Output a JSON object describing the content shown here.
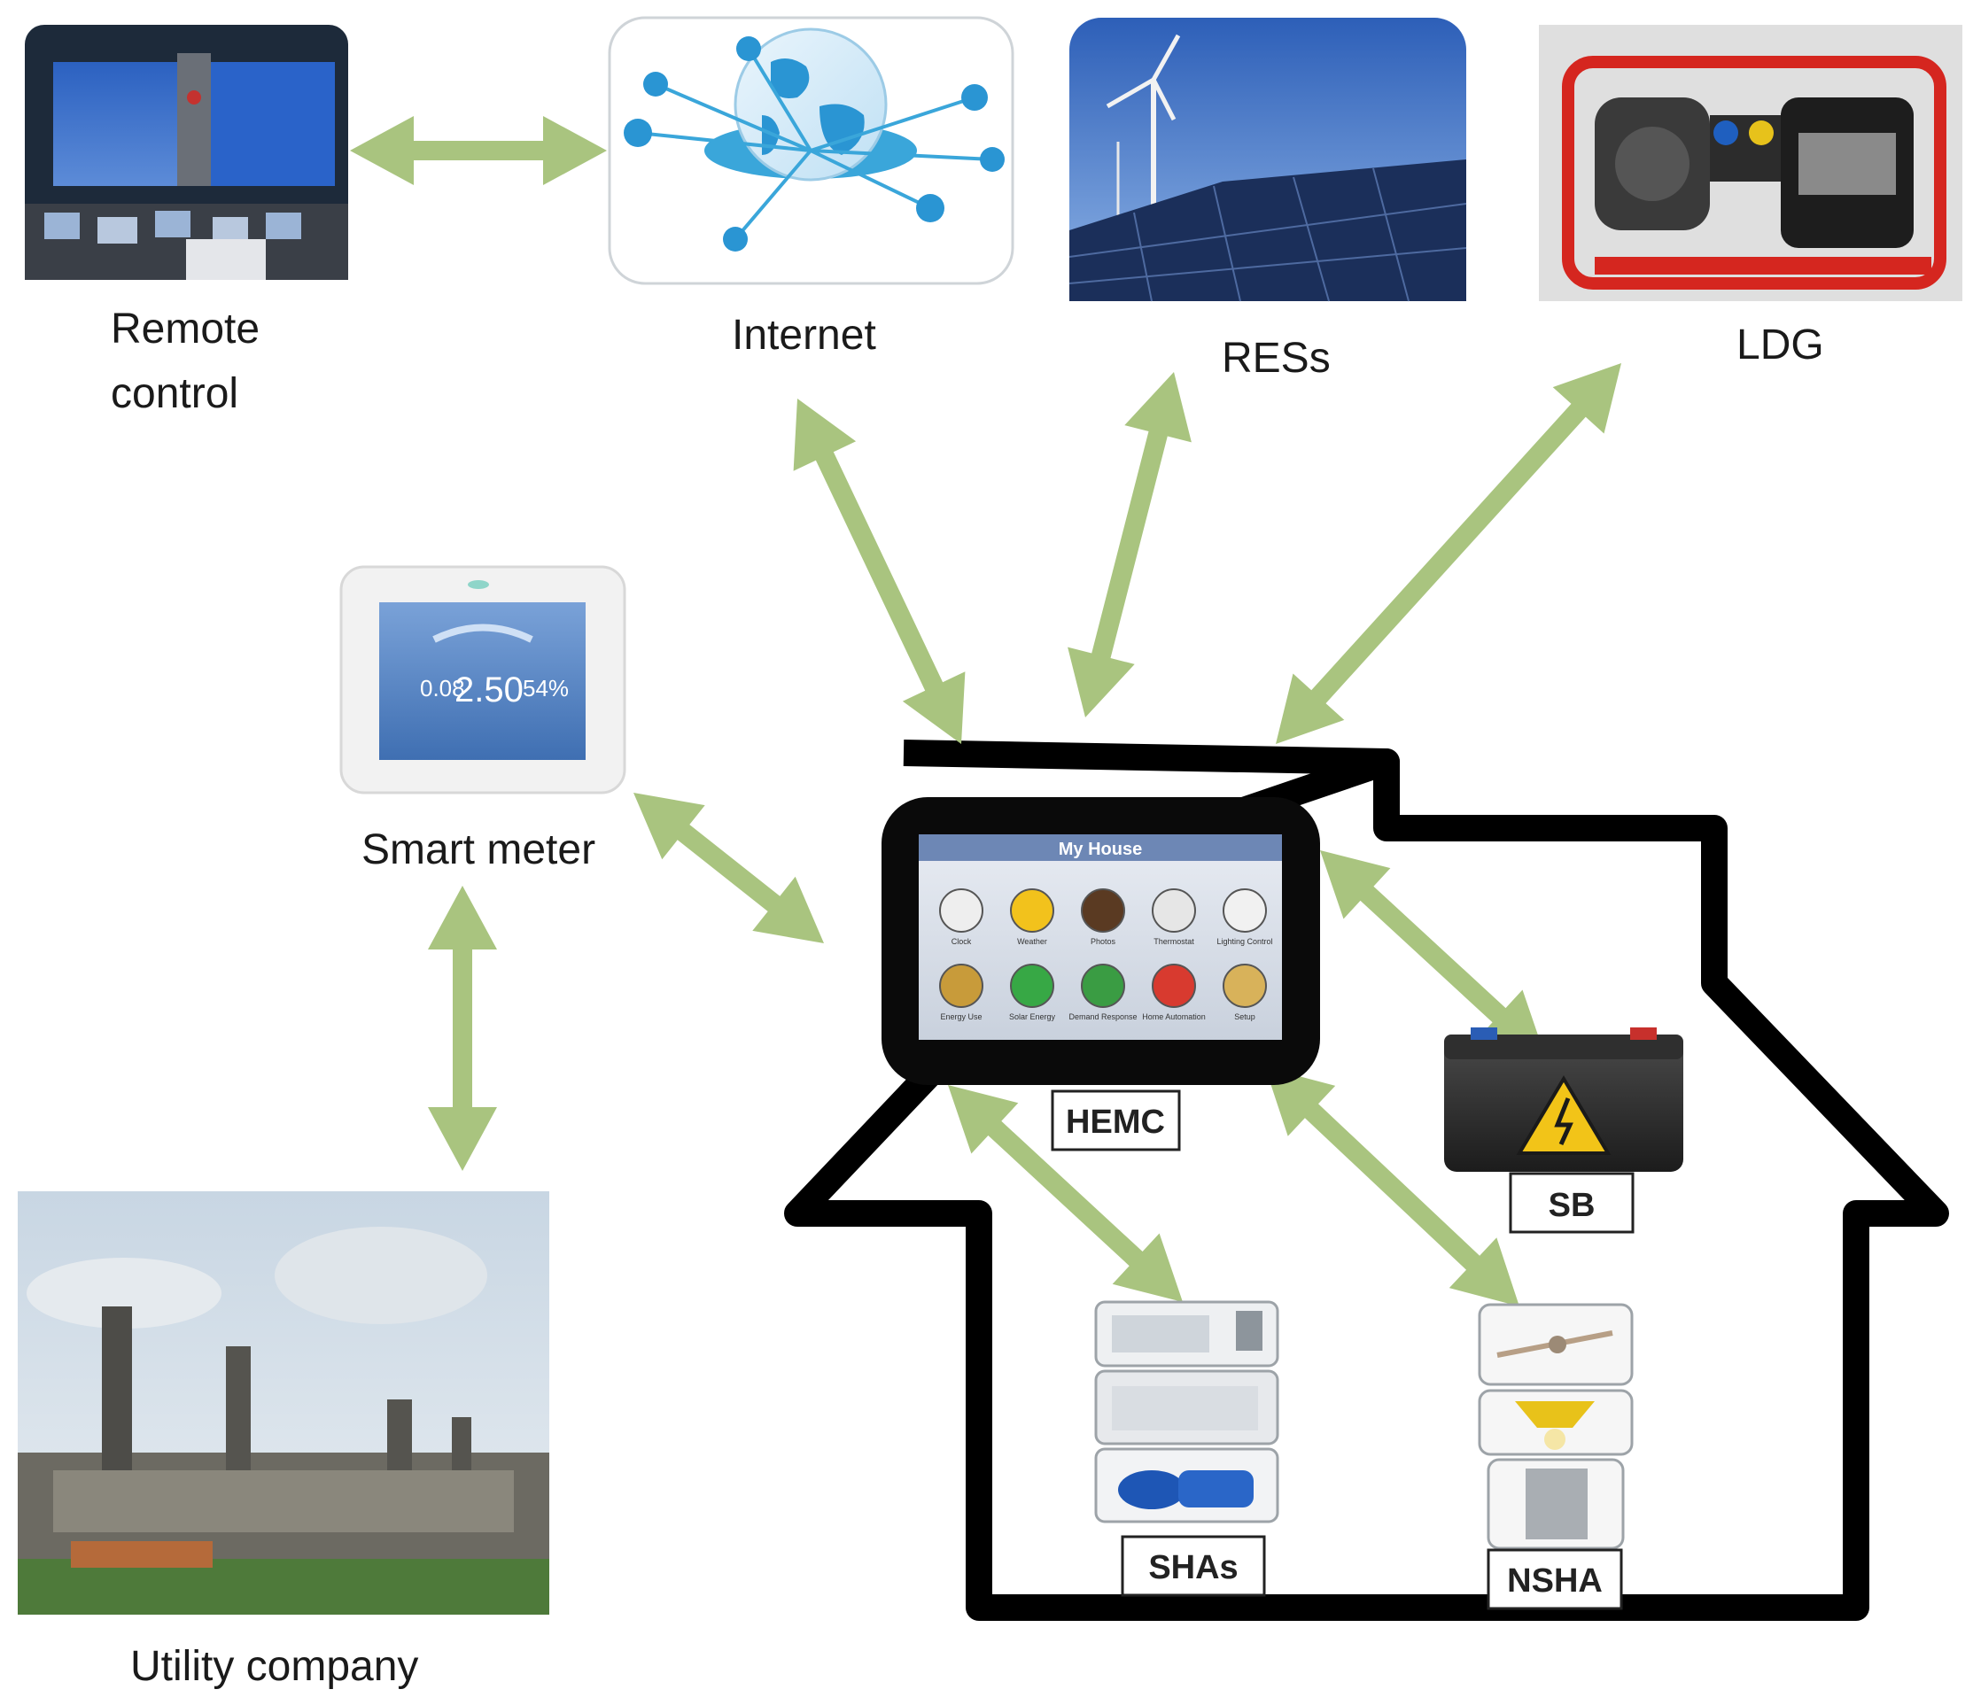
{
  "labels": {
    "remote_line1": "Remote",
    "remote_line2": "control",
    "internet": "Internet",
    "ress": "RESs",
    "ldg": "LDG",
    "smart_meter": "Smart meter",
    "utility": "Utility company",
    "hemc": "HEMC",
    "sb": "SB",
    "shas": "SHAs",
    "nsha": "NSHA"
  },
  "hemc_screen": {
    "title": "My House",
    "icons": [
      "Clock",
      "Weather",
      "Photos",
      "Thermostat",
      "Lighting Control",
      "Energy Use",
      "Solar Energy",
      "Demand Response",
      "Home Automation",
      "Setup"
    ]
  },
  "smart_meter_display": {
    "left_value": "0.08",
    "main_value": "2.50",
    "right_value": "54%"
  },
  "colors": {
    "arrow": "#a9c47f",
    "house_outline": "#000000",
    "screen_blue": "#6d87b5"
  }
}
